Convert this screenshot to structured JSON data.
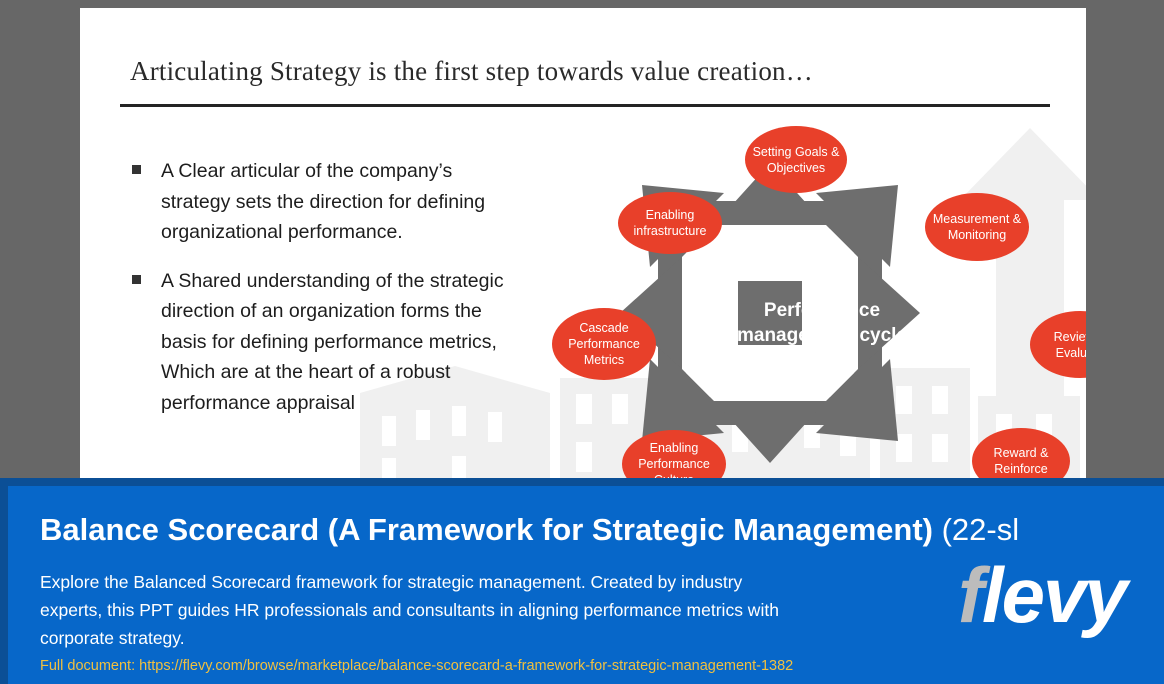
{
  "slide": {
    "title": "Articulating Strategy is the first step towards value creation…",
    "bullets": [
      "A Clear articular of the company’s strategy sets the direction for defining organizational performance.",
      "A Shared understanding of the strategic direction of an organization forms the basis for defining performance metrics, Which are at the heart of a robust performance appraisal"
    ],
    "diagram": {
      "center_label": "Performance management cycle",
      "nodes": [
        {
          "id": "setting-goals",
          "label": "Setting Goals & Objectives"
        },
        {
          "id": "measurement-monitoring",
          "label": "Measurement & Monitoring"
        },
        {
          "id": "review-evaluate",
          "label": "Review & Evaluate"
        },
        {
          "id": "reward-reinforce",
          "label": "Reward & Reinforce"
        },
        {
          "id": "enabling-performance-culture",
          "label": "Enabling Performance Culture"
        },
        {
          "id": "cascade-performance-metrics",
          "label": "Cascade Performance Metrics"
        },
        {
          "id": "enabling-infrastructure",
          "label": "Enabling infrastructure"
        }
      ],
      "colors": {
        "node_fill": "#e8402a",
        "arrow_star": "#6e6e6e",
        "node_text": "#ffffff"
      }
    }
  },
  "banner": {
    "title_strong": "Balance Scorecard (A Framework for Strategic Management)",
    "title_light": " (22-sl",
    "description": "Explore the Balanced Scorecard framework for strategic management. Created by industry experts, this PPT guides HR professionals and consultants in aligning performance metrics with corporate strategy.",
    "link": "Full document: https://flevy.com/browse/marketplace/balance-scorecard-a-framework-for-strategic-management-1382",
    "logo": {
      "first": "f",
      "rest": "levy"
    },
    "colors": {
      "banner_bg": "#0767c9",
      "banner_border": "#0b4f96",
      "link": "#f0c040"
    }
  }
}
